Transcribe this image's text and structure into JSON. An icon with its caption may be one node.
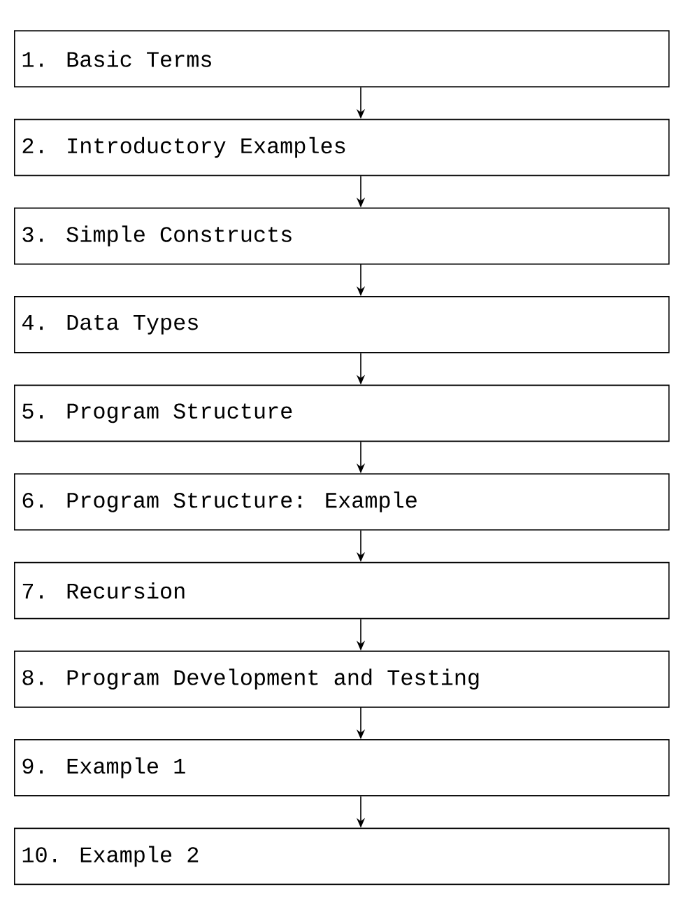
{
  "diagram": {
    "nodes": [
      {
        "text": [
          "1. Basic Terms"
        ]
      },
      {
        "text": [
          "2. Introductory Examples"
        ]
      },
      {
        "text": [
          "3. Simple Constructs"
        ]
      },
      {
        "text": [
          "4. Data Types"
        ]
      },
      {
        "text": [
          "5. Program Structure"
        ]
      },
      {
        "text": [
          "6. Program Structure: Example"
        ]
      },
      {
        "text": [
          "7. Recursion"
        ]
      },
      {
        "text": [
          "8. Program Development and Testing"
        ]
      },
      {
        "text": [
          "9. Example 1"
        ]
      },
      {
        "text": [
          "10. Example 2"
        ]
      }
    ],
    "edges": [
      {
        "from": 0,
        "to": 1,
        "arrow": "to"
      },
      {
        "from": 1,
        "to": 2,
        "arrow": "to"
      },
      {
        "from": 2,
        "to": 3,
        "arrow": "to"
      },
      {
        "from": 3,
        "to": 4,
        "arrow": "to"
      },
      {
        "from": 4,
        "to": 5,
        "arrow": "to"
      },
      {
        "from": 5,
        "to": 6,
        "arrow": "to"
      },
      {
        "from": 6,
        "to": 7,
        "arrow": "to"
      },
      {
        "from": 7,
        "to": 8,
        "arrow": "to"
      },
      {
        "from": 8,
        "to": 9,
        "arrow": "to"
      }
    ]
  }
}
